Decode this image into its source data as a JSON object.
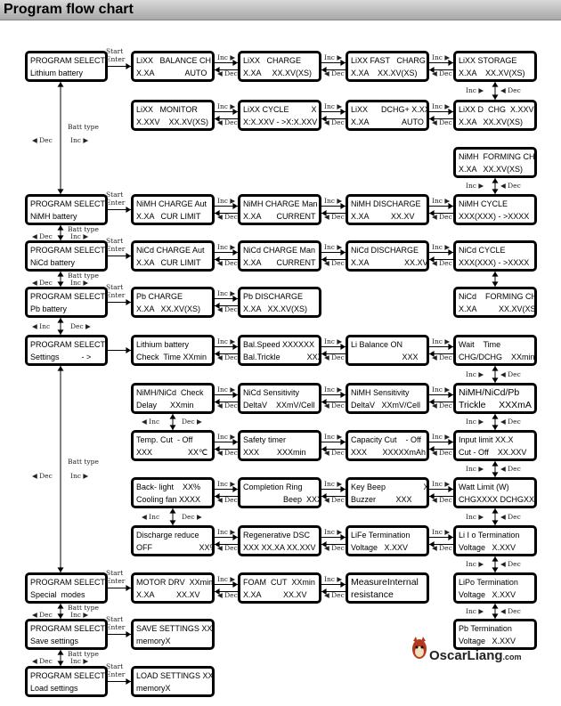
{
  "title": "Program flow chart",
  "labels": {
    "start": "Start",
    "enter": "Enter",
    "inc": "Inc",
    "dec": "Dec",
    "batt_type": "Batt type"
  },
  "boxes": {
    "ps_lithium": [
      "PROGRAM SELECT",
      "Lithium battery"
    ],
    "li_balance": [
      "LiXX   BALANCE CH  G",
      "X.XA              AUTO"
    ],
    "li_charge": [
      "LiXX   CHARGE",
      "X.XA     XX.XV(XS)"
    ],
    "li_fast": [
      "LiXX FAST   CHARG",
      "X.XA    XX.XV(XS)"
    ],
    "li_storage": [
      "LiXX STORAGE",
      "X.XA    XX.XV(XS)"
    ],
    "li_monitor": [
      "LiXX   MONITOR",
      "X.XXV    XX.XV(XS)"
    ],
    "li_cycle": [
      "LiXX CYCLE          X",
      "X:X.XXV - >X:X.XXV"
    ],
    "li_dchg": [
      "LiXX      DCHG+ X.XXV",
      "X.XA               AUTO"
    ],
    "li_dchg2": [
      "LiXX D  CHG  X.XXV",
      "X.XA   XX.XV(XS)"
    ],
    "nimh_forming": [
      "NiMH  FORMING CHG",
      "X.XA   XX.XV(XS)"
    ],
    "ps_nimh": [
      "PROGRAM SELECT",
      "NiMH battery"
    ],
    "nimh_charge_aut": [
      "NiMH CHARGE Aut",
      "X.XA   CUR LIMIT"
    ],
    "nimh_charge_man": [
      "NiMH CHARGE Man",
      "X.XA       CURRENT"
    ],
    "nimh_discharge": [
      "NiMH DISCHARGE",
      "X.XA          XX.XV"
    ],
    "nimh_cycle": [
      "NiMH CYCLE              X",
      "XXX(XXX) - >XXXX"
    ],
    "ps_nicd": [
      "PROGRAM SELECT",
      "NiCd battery"
    ],
    "nicd_charge_aut": [
      "NiCd CHARGE Aut",
      "X.XA   CUR LIMIT"
    ],
    "nicd_charge_man": [
      "NiCd CHARGE Man",
      "X.XA       CURRENT"
    ],
    "nicd_discharge": [
      "NiCd DISCHARGE",
      "X.XA                XX.XV"
    ],
    "nicd_cycle": [
      "NiCd CYCLE                X",
      "XXX(XXX) - >XXXX"
    ],
    "ps_pb": [
      "PROGRAM SELECT",
      "Pb battery"
    ],
    "pb_charge": [
      "Pb CHARGE",
      "X.XA   XX.XV(XS)"
    ],
    "pb_discharge": [
      "Pb DISCHARGE",
      "X.XA   XX.XV(XS)"
    ],
    "nicd_forming": [
      "NiCd    FORMING CHG",
      "X.XA          XX.XV(XS)"
    ],
    "ps_settings": [
      "PROGRAM SELECT",
      "Settings          - >"
    ],
    "lithium_check": [
      "Lithium battery",
      "Check  Time XXmin"
    ],
    "bal_speed": [
      "Bal.Speed XXXXXX",
      "Bal.Trickle            XXX"
    ],
    "li_balance_on": [
      "Li Balance ON",
      "                       XXX"
    ],
    "wait_time": [
      "Wait    Time",
      "CHG/DCHG    XXmin"
    ],
    "nimh_nicd_check": [
      "NiMH/NiCd  Check",
      "Delay      XXmin"
    ],
    "nicd_sens": [
      "NiCd Sensitivity",
      "DeltaV    XXmV/Cell"
    ],
    "nimh_sens": [
      "NiMH Sensitivity",
      "DeltaV   XXmV/Cell"
    ],
    "trickle": [
      "NiMH/NiCd/Pb",
      "Trickle     XXXmA"
    ],
    "temp_cut": [
      "Temp. Cut  - Off",
      "XXX                XX℃"
    ],
    "safety_timer": [
      "Safety timer",
      "XXX        XXXmin"
    ],
    "capacity_cut": [
      "Capacity Cut    - Off",
      "XXX       XXXXXmAh"
    ],
    "input_limit": [
      "Input limit XX.X",
      "Cut - Off    XX.XXV"
    ],
    "backlight": [
      "Back- light    XX%",
      "Cooling fan XXXX"
    ],
    "completion_ring": [
      "Completion Ring",
      "                  Beep  XXX"
    ],
    "key_beep": [
      "Key Beep                 XXX",
      "Buzzer         XXX"
    ],
    "watt_limit": [
      "Watt Limit (W)",
      "CHGXXXX DCHGXX"
    ],
    "discharge_reduce": [
      "Discharge reduce",
      "OFF                     XX%"
    ],
    "regen_dsc": [
      "Regenerative DSC",
      "XXX XX.XA XX.XXV"
    ],
    "life_term": [
      "LiFe Termination",
      "Voltage   X.XXV"
    ],
    "lio_term": [
      "Li I o Termination",
      "Voltage   X.XXV"
    ],
    "ps_special": [
      "PROGRAM SELECT",
      "Special  modes"
    ],
    "motor_drv": [
      "MOTOR DRV  XXmin",
      "X.XA          XX.XV"
    ],
    "foam_cut": [
      "FOAM  CUT  XXmin",
      "X.XA          XX.XV"
    ],
    "measure_ir": [
      "MeasureInternal",
      "resistance"
    ],
    "lipo_term": [
      "LiPo Termination",
      "Voltage   X.XXV"
    ],
    "ps_save": [
      "PROGRAM SELECT",
      "Save settings"
    ],
    "save_settings": [
      "SAVE SETTINGS XX",
      "memoryX"
    ],
    "pb_term": [
      "Pb Termination",
      "Voltage   X.XXV"
    ],
    "ps_load": [
      "PROGRAM SELECT",
      "Load settings"
    ],
    "load_settings": [
      "LOAD SETTINGS XX",
      "memoryX"
    ]
  },
  "logo": {
    "name": "OscarLiang",
    "domain": ".com"
  }
}
